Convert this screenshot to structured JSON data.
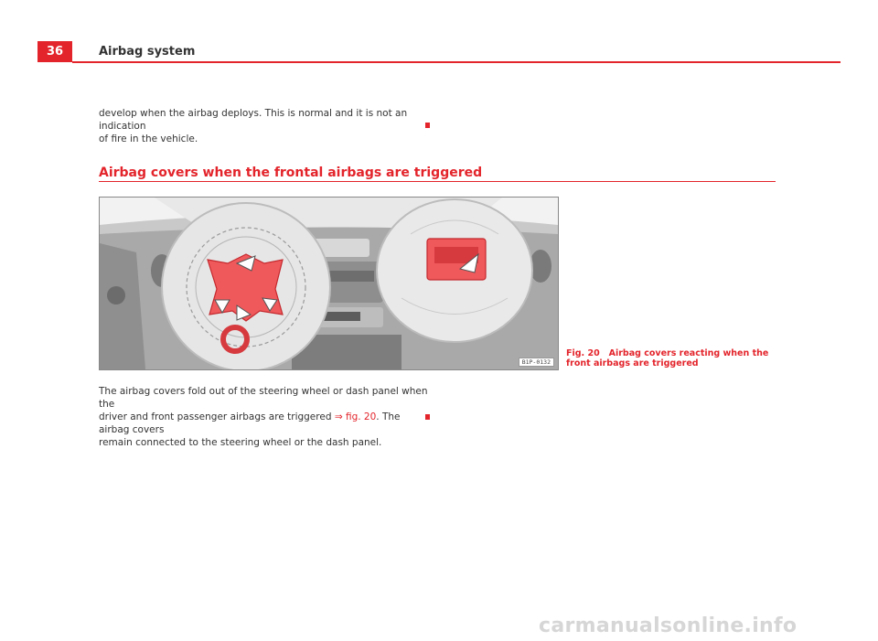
{
  "header": {
    "page_number": "36",
    "title": "Airbag system"
  },
  "intro": {
    "line1": "develop when the airbag deploys. This is normal and it is not an indication",
    "line2": "of fire in the vehicle."
  },
  "section": {
    "heading": "Airbag covers when the frontal airbags are triggered"
  },
  "figure": {
    "code": "B1P-0132",
    "caption_label": "Fig. 20",
    "caption_text": "Airbag covers reacting when the front airbags are triggered"
  },
  "body": {
    "line1": "The airbag covers fold out of the steering wheel or dash panel when the",
    "line2a": "driver and front passenger airbags are triggered ",
    "link": "⇒ fig. 20",
    "line2b": ". The airbag covers",
    "line3": "remain connected to the steering wheel or the dash panel."
  },
  "footer": {
    "watermark": "carmanualsonline.info"
  },
  "colors": {
    "accent": "#e3242b",
    "text": "#333333"
  }
}
